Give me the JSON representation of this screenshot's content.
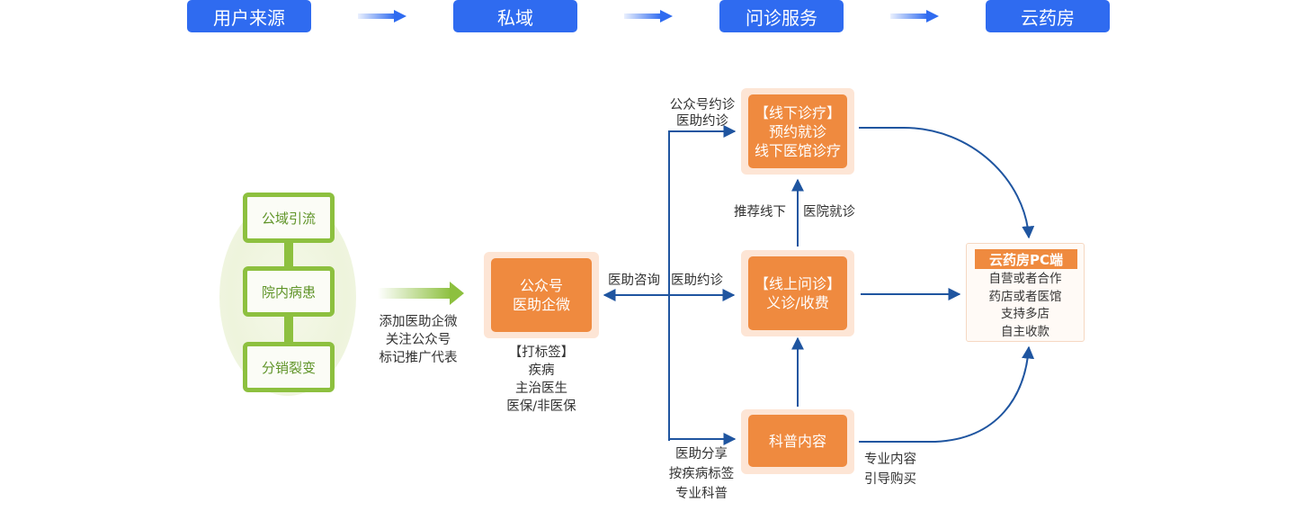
{
  "stages": [
    {
      "label": "用户来源"
    },
    {
      "label": "私域"
    },
    {
      "label": "问诊服务"
    },
    {
      "label": "云药房"
    }
  ],
  "colors": {
    "stage_blue": "#2f6bf0",
    "flow_blue": "#1f55a0",
    "green": "#8dc03f",
    "orange": "#ef8a3f",
    "orange_light": "#fde5d5"
  },
  "sources": {
    "items": [
      "公域引流",
      "院内病患",
      "分销裂变"
    ],
    "arrow_caption": [
      "添加医助企微",
      "关注公众号",
      "标记推广代表"
    ]
  },
  "private": {
    "box_lines": [
      "公众号",
      "医助企微"
    ],
    "tags": [
      "【打标签】",
      "疾病",
      "主治医生",
      "医保/非医保"
    ]
  },
  "flow_labels": {
    "consult_left": "医助咨询",
    "consult_right": "医助约诊",
    "offline_in": [
      "公众号约诊",
      "医助约诊"
    ],
    "recommend_left": "推荐线下",
    "recommend_right": "医院就诊",
    "science_in": [
      "医助分享",
      "按疾病标签",
      "专业科普"
    ],
    "science_out": [
      "专业内容",
      "引导购买"
    ]
  },
  "services": {
    "offline": [
      "【线下诊疗】",
      "预约就诊",
      "线下医馆诊疗"
    ],
    "online": [
      "【线上问诊】",
      "义诊/收费"
    ],
    "science": [
      "科普内容"
    ]
  },
  "pharmacy": {
    "title": "云药房PC端",
    "lines": [
      "自营或者合作",
      "药店或者医馆",
      "支持多店",
      "自主收款"
    ]
  }
}
